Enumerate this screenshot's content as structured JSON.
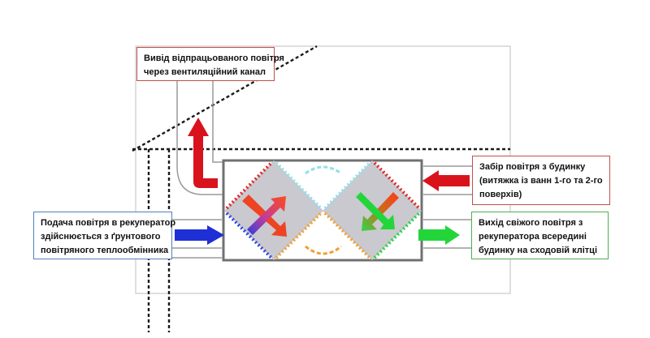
{
  "labels": {
    "exhaust_out": [
      "Вивід відпрацьованого повітря",
      "через вентиляційний канал"
    ],
    "intake_house": [
      "Забір повітря з будинку",
      "(витяжка із ванн 1-го та 2-го",
      "поверхів)"
    ],
    "supply_in": [
      "Подача повітря в рекуператор",
      "здійснюється з ґрунтового",
      "повітряного теплообмінника"
    ],
    "fresh_out": [
      "Вихід свіжого повітря з",
      "рекуператора всередині",
      "будинку на сходовій клітці"
    ]
  },
  "colors": {
    "exhaust": "#d9131c",
    "supply": "#1f2fd6",
    "fresh": "#22d63a",
    "warm_flow": "#f08a1a",
    "cool_flow": "#8fe0e8",
    "plate": "#c9c9cf",
    "frame": "#707070"
  }
}
